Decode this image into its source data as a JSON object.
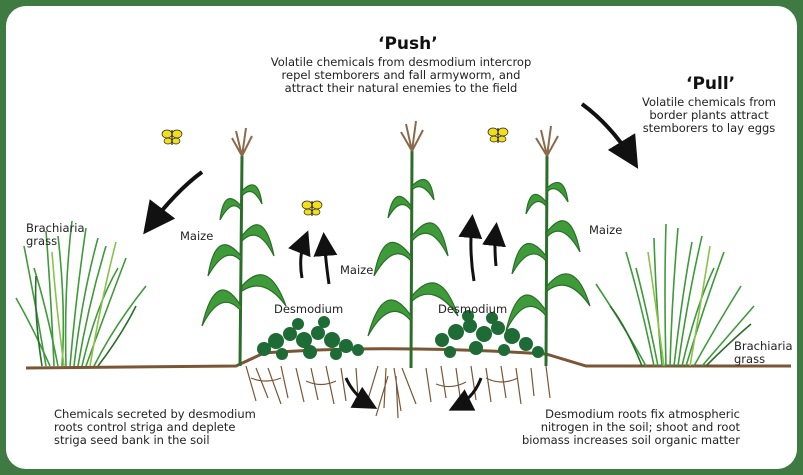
{
  "push": {
    "title": "‘Push’",
    "line1": "Volatile chemicals from desmodium intercrop",
    "line2": "repel stemborers and fall armyworm, and",
    "line3": "attract their natural enemies to the field"
  },
  "pull": {
    "title": "‘Pull’",
    "line1": "Volatile chemicals from",
    "line2": "border plants attract",
    "line3": "stemborers to lay eggs"
  },
  "labels": {
    "brachiaria_left_1": "Brachiaria",
    "brachiaria_left_2": "grass",
    "brachiaria_right_1": "Brachiaria",
    "brachiaria_right_2": "grass",
    "maize_left": "Maize",
    "maize_center": "Maize",
    "maize_right": "Maize",
    "desmodium_left": "Desmodium",
    "desmodium_right": "Desmodium"
  },
  "notes": {
    "left_1": "Chemicals secreted by desmodium",
    "left_2": "roots control striga and deplete",
    "left_3": "striga seed bank in the soil",
    "right_1": "Desmodium roots fix atmospheric",
    "right_2": "nitrogen in the soil; shoot and root",
    "right_3": "biomass increases soil organic matter"
  },
  "colors": {
    "frame": "#3f7a43",
    "leaf": "#3f9a3a",
    "leaf_dark": "#2a6e2a",
    "tassel": "#8a6a4a",
    "soil": "#7a5636",
    "moth": "#f2df1a",
    "desmodium": "#1f6b35"
  }
}
